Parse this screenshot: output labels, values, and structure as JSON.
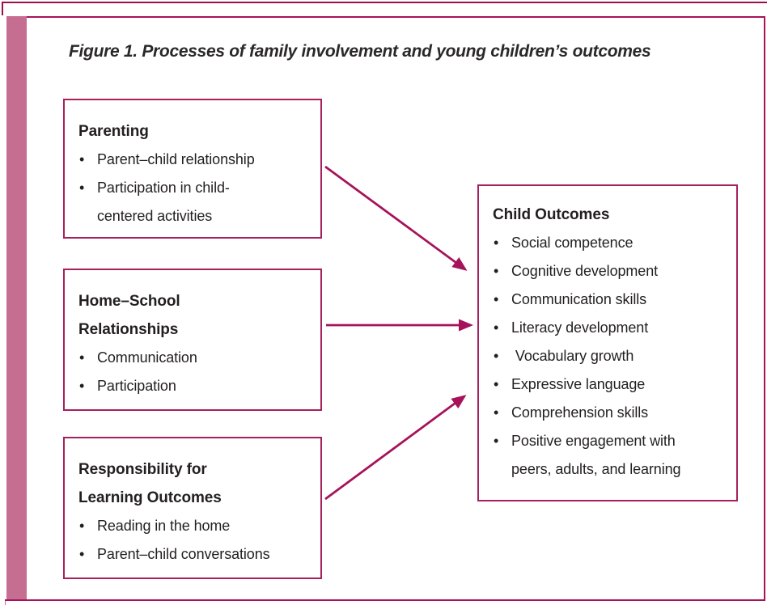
{
  "figure": {
    "title": "Figure 1. Processes of family involvement and young children’s outcomes"
  },
  "boxes": {
    "parenting": {
      "heading": "Parenting",
      "items": [
        "Parent–child relationship",
        "Participation in child-\ncentered activities"
      ]
    },
    "home_school": {
      "heading": "Home–School\nRelationships",
      "items": [
        "Communication",
        "Participation"
      ]
    },
    "responsibility": {
      "heading": "Responsibility for\nLearning Outcomes",
      "items": [
        "Reading in the home",
        "Parent–child conversations"
      ]
    },
    "child_outcomes": {
      "heading": "Child Outcomes",
      "items": [
        "Social competence",
        "Cognitive development",
        "Communication skills",
        "Literacy development",
        " Vocabulary growth",
        "Expressive language",
        "Comprehension skills",
        "Positive engagement with\npeers, adults, and learning"
      ]
    }
  },
  "connections": [
    {
      "from": "Parenting",
      "to": "Child Outcomes"
    },
    {
      "from": "Home–School Relationships",
      "to": "Child Outcomes"
    },
    {
      "from": "Responsibility for Learning Outcomes",
      "to": "Child Outcomes"
    }
  ],
  "colors": {
    "accent": "#a6135a",
    "accent_bar": "#c66d92",
    "text": "#231f20"
  }
}
